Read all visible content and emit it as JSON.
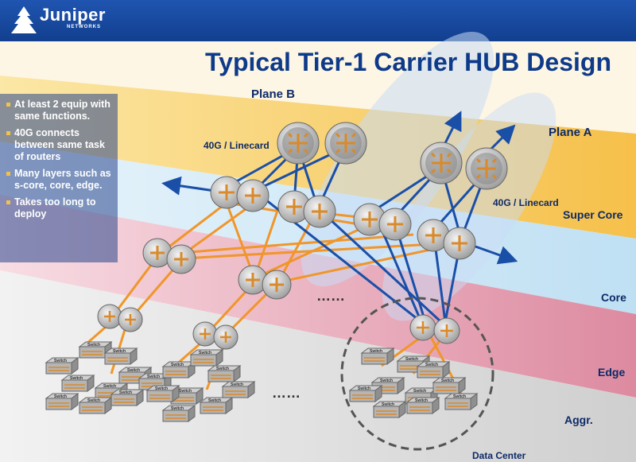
{
  "logo": {
    "brand": "Juniper",
    "sub": "NETWORKS"
  },
  "title": "Typical Tier-1 Carrier HUB Design",
  "bullets": [
    "At least 2 equip with same functions.",
    "40G connects between same task of routers",
    "Many layers such as s-core, core, edge.",
    "Takes too long to deploy"
  ],
  "labels": {
    "plane_b": "Plane B",
    "plane_a": "Plane A",
    "linecard_left": "40G / Linecard",
    "linecard_right": "40G / Linecard",
    "super_core": "Super Core",
    "core": "Core",
    "edge": "Edge",
    "aggr": "Aggr.",
    "data_center": "Data Center",
    "ellipsis_core": "……",
    "ellipsis_aggr": "……"
  },
  "switch_label": "Switch",
  "colors": {
    "header": "#1f55b0",
    "title": "#0e3a8a",
    "link_blue": "#1a4fa8",
    "link_orange": "#f0962a",
    "band_super_core": "#f8cf6a",
    "band_core": "#bfe0f3",
    "band_edge": "#e9a1b3",
    "band_aggr": "#d9d9d9"
  }
}
